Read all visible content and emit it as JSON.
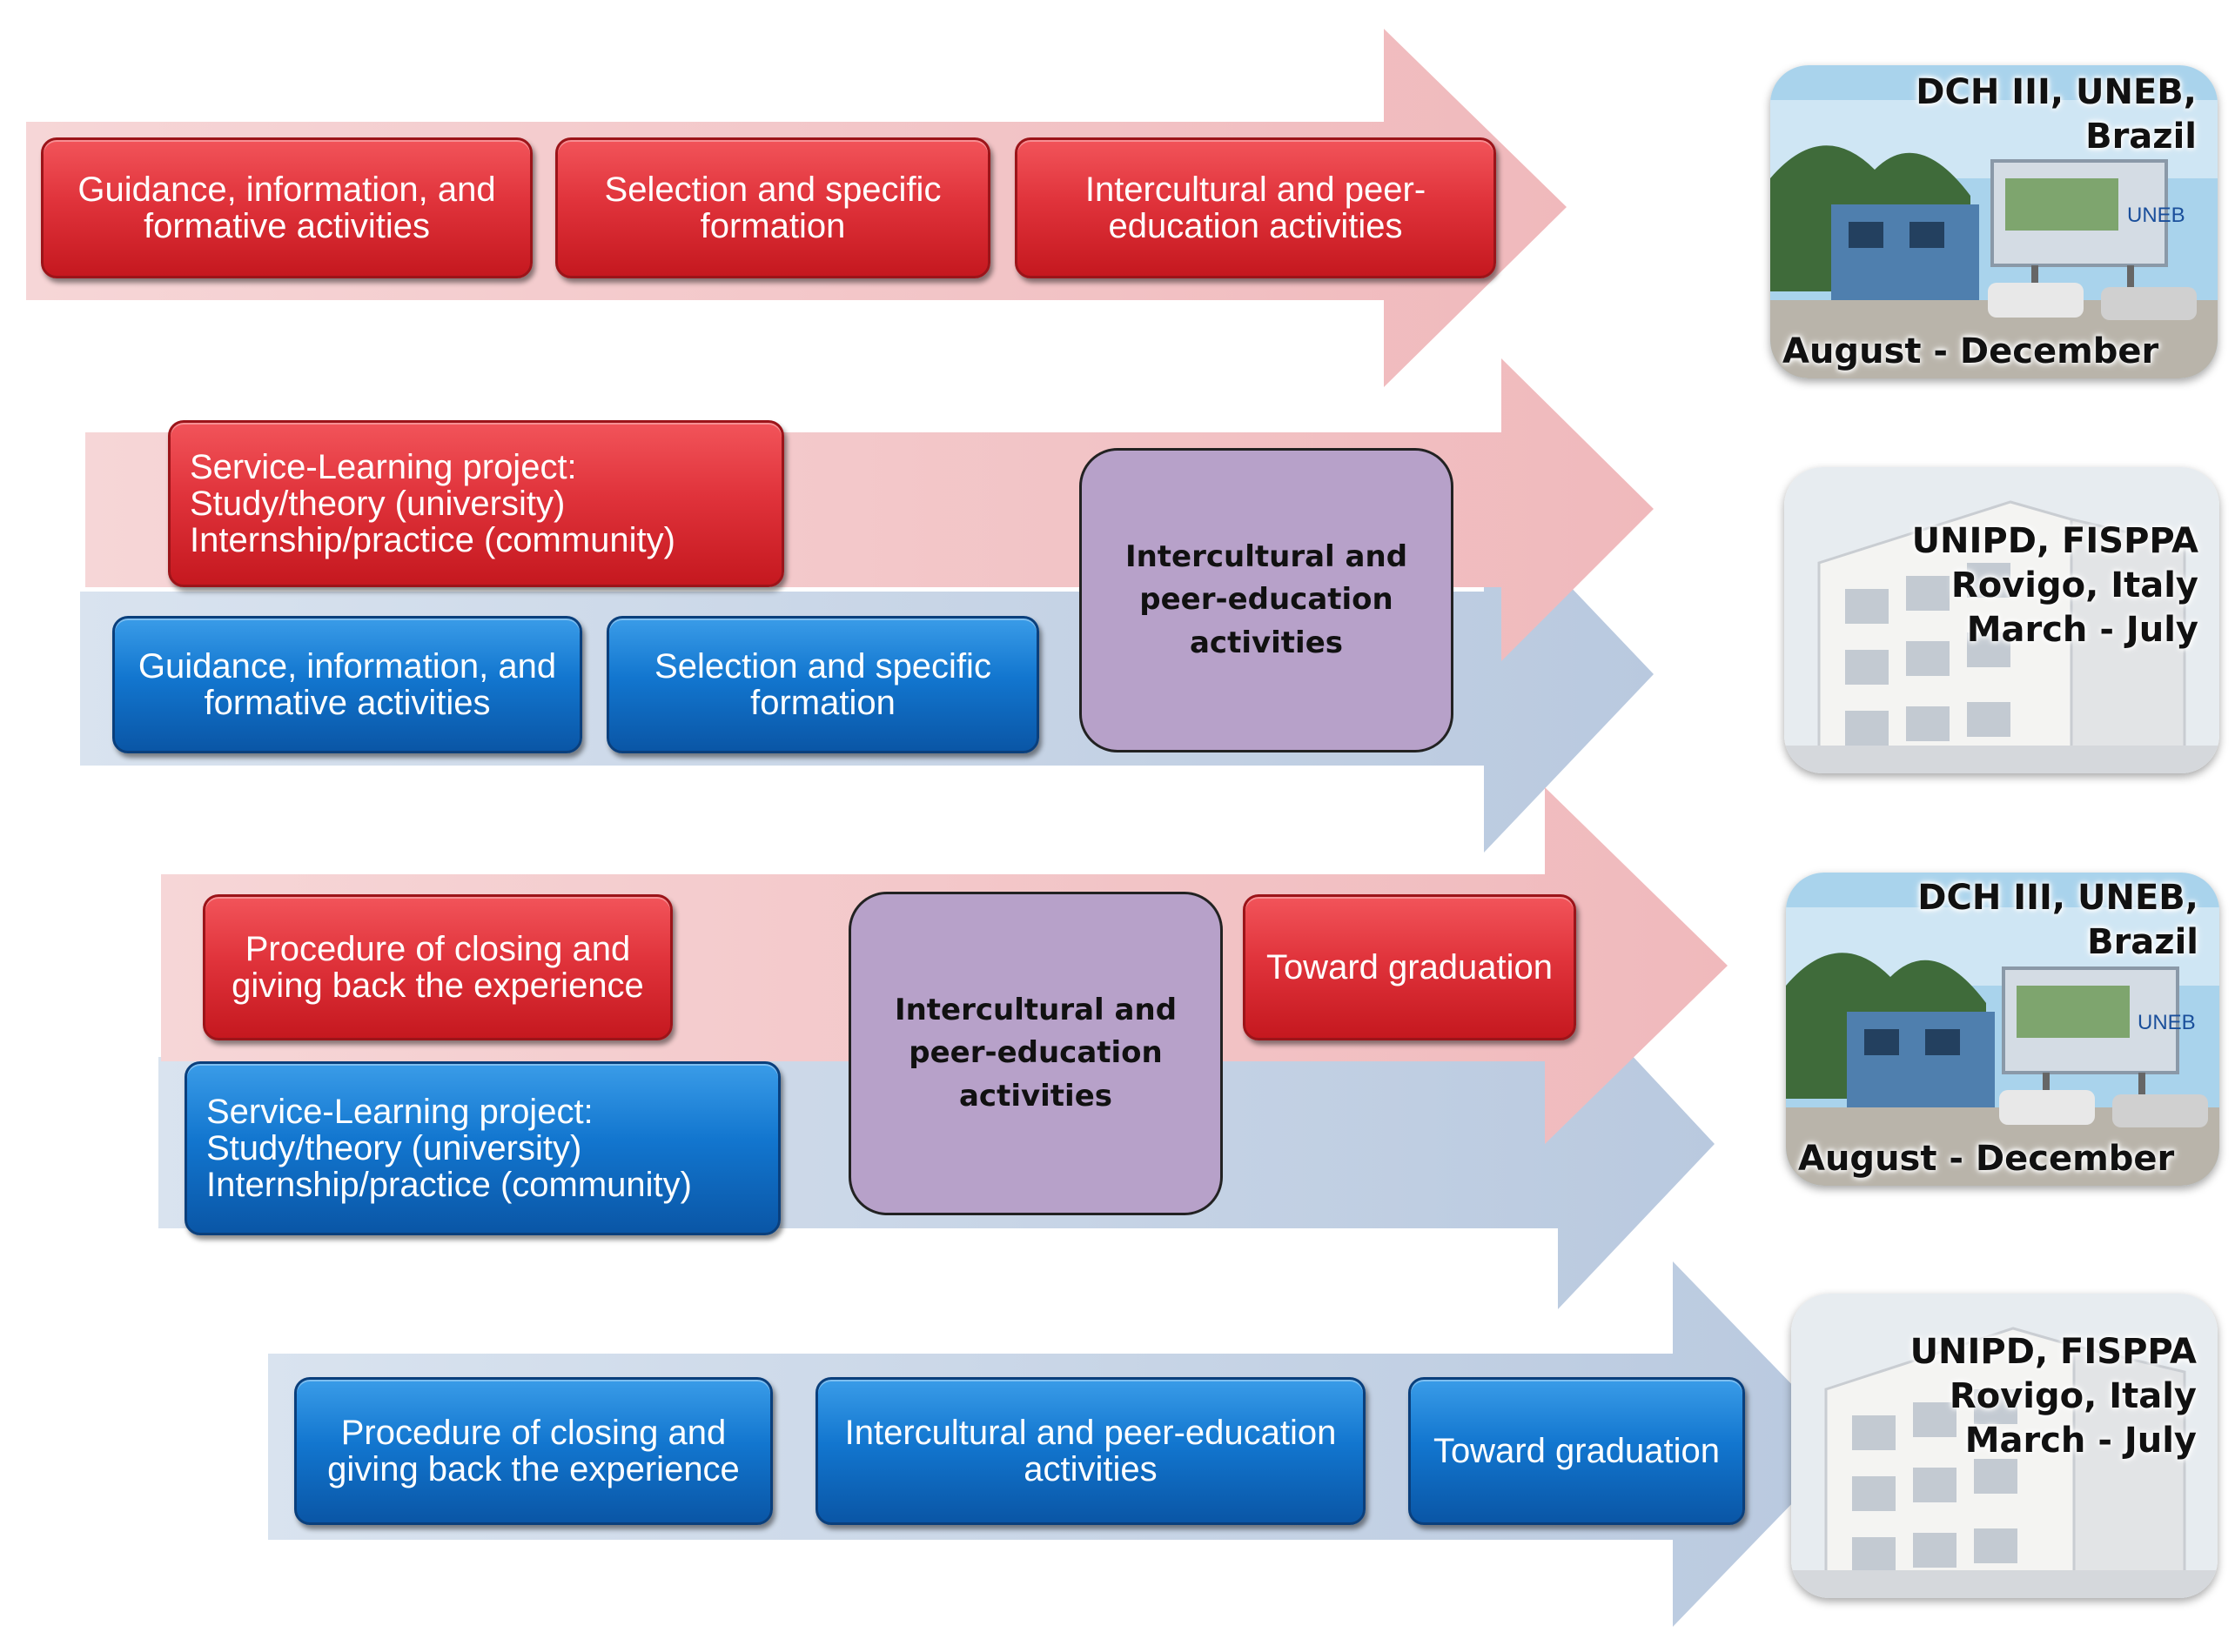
{
  "colors": {
    "red_box": "#e0333b",
    "blue_box": "#1276cf",
    "purple_box": "#b7a1c9",
    "red_arrow": "#f3c7c9",
    "blue_arrow": "#c7d5e8"
  },
  "row1": {
    "boxes": [
      "Guidance, information, and formative activities",
      "Selection and specific formation",
      "Intercultural and peer-education activities"
    ],
    "photo": {
      "top": "DCH III, UNEB, Brazil",
      "bottom": "August - December",
      "icon": "building-photo"
    }
  },
  "row2": {
    "red_box": "Service-Learning project: Study/theory (university) Internship/practice (community)",
    "blue_boxes": [
      "Guidance, information, and formative activities",
      "Selection and specific formation"
    ],
    "purple_box": "Intercultural and peer-education activities",
    "photo": {
      "line1": "UNIPD, FISPPA",
      "line2": "Rovigo, Italy",
      "line3": "March - July",
      "icon": "building-photo"
    }
  },
  "row3": {
    "red_boxes": [
      "Procedure of closing and giving back the experience",
      "Toward graduation"
    ],
    "blue_box": "Service-Learning project: Study/theory (university) Internship/practice (community)",
    "purple_box": "Intercultural and peer-education activities",
    "photo": {
      "top": "DCH III, UNEB, Brazil",
      "bottom": "August - December",
      "icon": "building-photo"
    }
  },
  "row4": {
    "boxes": [
      "Procedure of closing and giving back the experience",
      "Intercultural and peer-education activities",
      "Toward graduation"
    ],
    "photo": {
      "line1": "UNIPD, FISPPA",
      "line2": "Rovigo, Italy",
      "line3": "March - July",
      "icon": "building-photo"
    }
  }
}
